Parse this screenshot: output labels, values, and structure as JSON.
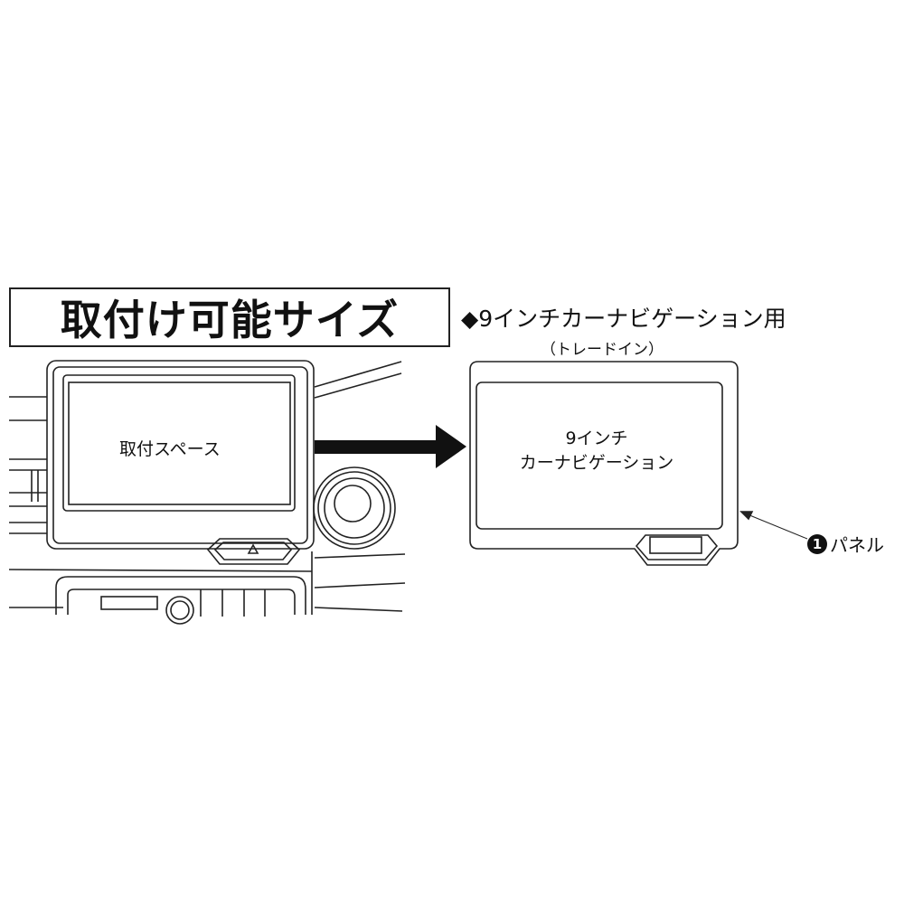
{
  "title": "取付け可能サイズ",
  "heading": "◆9インチカーナビゲーション用",
  "subheading": "（トレードイン）",
  "install_space_label": "取付スペース",
  "navi_label_line1": "9インチ",
  "navi_label_line2": "カーナビゲーション",
  "panel_callout": {
    "number": "1",
    "label": "パネル"
  }
}
